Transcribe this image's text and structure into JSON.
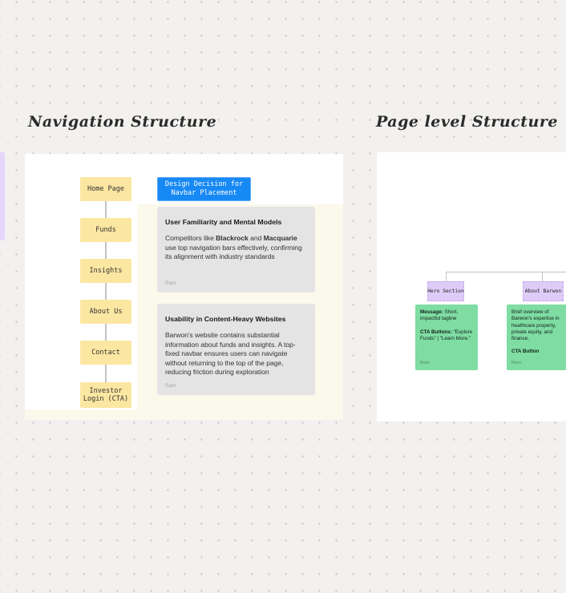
{
  "left_section": {
    "title": "Navigation Structure",
    "nav_nodes": [
      "Home Page",
      "Funds",
      "Insights",
      "About Us",
      "Contact",
      "Investor Login (CTA)"
    ],
    "decision_card": {
      "line1": "Design Decision for",
      "line2": "Navbar Placement"
    },
    "notes": [
      {
        "title": "User Familiarity and Mental Models",
        "body": [
          [
            {
              "t": "Competitors like ",
              "b": false
            },
            {
              "t": "Blackrock",
              "b": true
            },
            {
              "t": " and ",
              "b": false
            },
            {
              "t": "Macquarie",
              "b": true
            },
            {
              "t": " use top navigation bars effectively, confirming its alignment with industry standards",
              "b": false
            }
          ]
        ],
        "author": "Ram"
      },
      {
        "title": "Usability in Content-Heavy Websites",
        "body": [
          [
            {
              "t": "Barwon's website contains substantial information about funds and insights. A top-fixed navbar ensures users can navigate without returning to the top of the page, reducing friction during exploration",
              "b": false
            }
          ]
        ],
        "author": "Ram"
      }
    ]
  },
  "right_section": {
    "title": "Page level Structure",
    "branches": [
      {
        "label": "Hero Section",
        "card": [
          [
            {
              "t": "Message:",
              "b": true
            },
            {
              "t": " Short, impactful tagline",
              "b": false
            }
          ],
          [
            {
              "t": "CTA Buttons:",
              "b": true
            },
            {
              "t": " “Explore Funds” | “Learn More.”",
              "b": false
            }
          ]
        ],
        "author": "Ram"
      },
      {
        "label": "About Barwon",
        "card": [
          [
            {
              "t": "Brief overview of Barwon's expertise in healthcare property, private equity, and finance.",
              "b": false
            }
          ],
          [
            {
              "t": "CTA Button",
              "b": true
            }
          ]
        ],
        "author": "Ram"
      }
    ]
  },
  "colors": {
    "accent_blue": "#1789F4",
    "sticky_yellow": "#FCE7A2",
    "sticky_green": "#7FDCA2",
    "shape_purple": "#DECBF7",
    "note_gray": "#E4E4E4"
  }
}
